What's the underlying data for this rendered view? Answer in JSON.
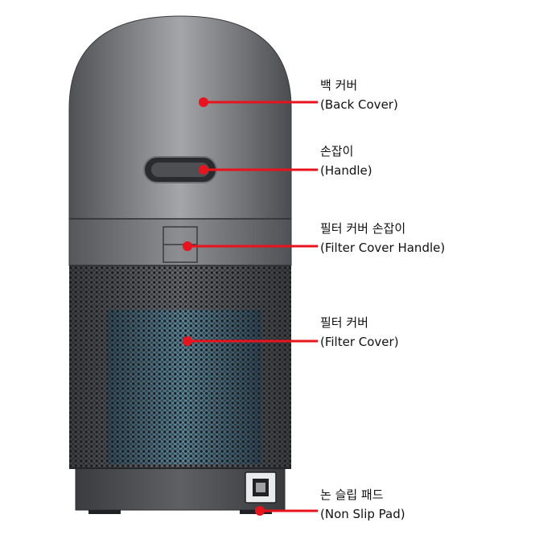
{
  "colors": {
    "callout": "#e8131c",
    "body_dark": "#4a4c50",
    "body_light": "#a9abae",
    "filter": "#3c6e82"
  },
  "callouts": [
    {
      "id": "back-cover",
      "ko": "백 커버",
      "en": "(Back Cover)"
    },
    {
      "id": "handle",
      "ko": "손잡이",
      "en": "(Handle)"
    },
    {
      "id": "filter-cover-handle",
      "ko": "필터 커버 손잡이",
      "en": "(Filter Cover Handle)"
    },
    {
      "id": "filter-cover",
      "ko": "필터 커버",
      "en": "(Filter Cover)"
    },
    {
      "id": "non-slip-pad",
      "ko": "논 슬립 패드",
      "en": "(Non Slip Pad)"
    }
  ]
}
